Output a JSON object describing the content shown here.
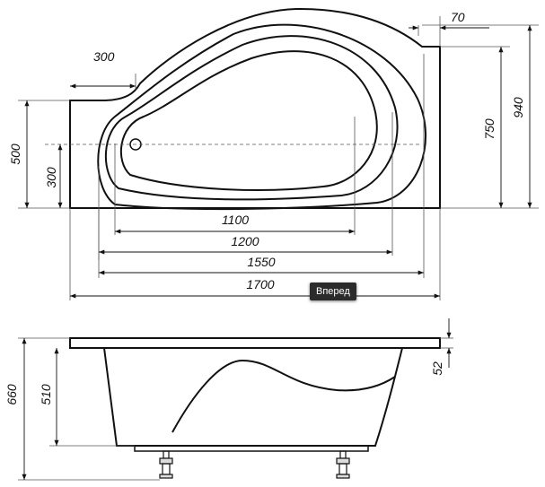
{
  "top_view": {
    "dim_left_offset": "300",
    "dim_corner": "70",
    "dim_width_1": "500",
    "dim_drain_height": "300",
    "dim_depth_750": "750",
    "dim_depth_940": "940",
    "dim_1100": "1100",
    "dim_1200": "1200",
    "dim_1550": "1550",
    "dim_1700": "1700"
  },
  "side_view": {
    "dim_total_height": "660",
    "dim_inner_height": "510",
    "dim_rim": "52"
  },
  "tooltip": {
    "label": "Вперед"
  },
  "colors": {
    "line": "#111111",
    "guide": "#555555",
    "tooltip_bg": "#2b2b2b"
  }
}
